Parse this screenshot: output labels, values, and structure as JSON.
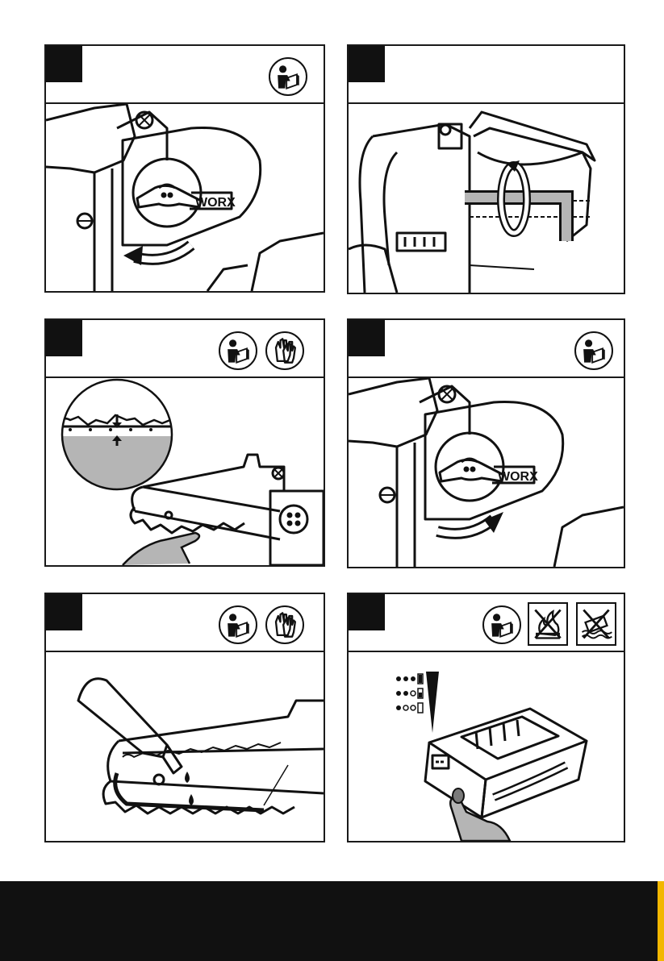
{
  "brand": {
    "logo_text": "WORX"
  },
  "colors": {
    "ink": "#111111",
    "accent": "#f2b700",
    "shade": "#b5b5b5"
  },
  "panels": [
    {
      "id": "step-1",
      "icons": [
        "manual-icon"
      ]
    },
    {
      "id": "step-2",
      "icons": []
    },
    {
      "id": "step-3",
      "icons": [
        "manual-icon",
        "gloves-icon"
      ]
    },
    {
      "id": "step-4",
      "icons": [
        "manual-icon"
      ]
    },
    {
      "id": "step-5",
      "icons": [
        "manual-icon",
        "gloves-icon"
      ]
    },
    {
      "id": "step-6",
      "icons": [
        "manual-icon",
        "no-fire-icon",
        "no-water-icon"
      ]
    }
  ],
  "battery_indicator": {
    "levels": 3
  }
}
